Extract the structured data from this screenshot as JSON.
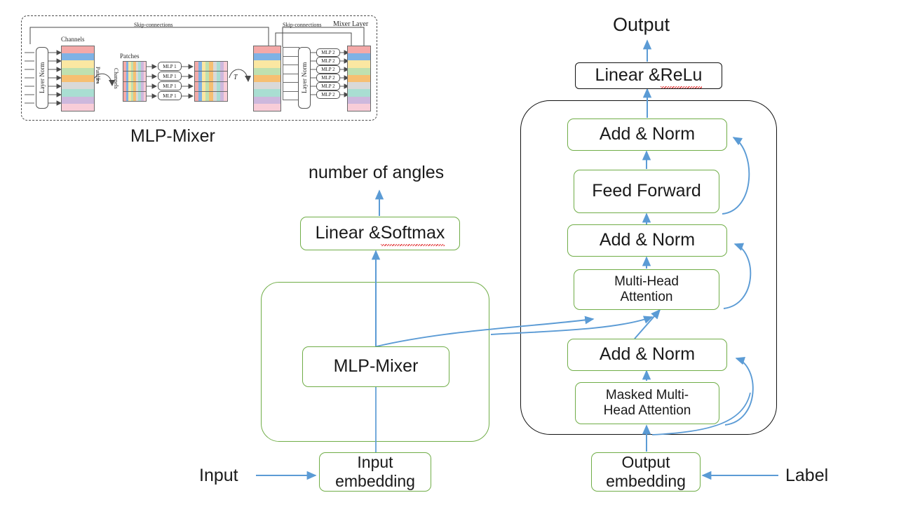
{
  "diagram": {
    "title_visible": false,
    "colors": {
      "green_border": "#70AD47",
      "black_border": "#111111",
      "arrow_blue": "#5B9BD5",
      "spellcheck_red": "#e03131",
      "background": "#ffffff"
    }
  },
  "mixer_inset": {
    "caption": "MLP-Mixer",
    "labels": {
      "skip_left": "Skip-connections",
      "skip_right": "Skip-connections",
      "mixer_layer": "Mixer Layer",
      "channels_top": "Channels",
      "patches_side": "Patches",
      "channels_side": "Channels",
      "patches_top": "Patches",
      "layer_norm_left": "Layer Norm",
      "layer_norm_right": "Layer Norm",
      "transpose_1": "T",
      "transpose_2": "T"
    },
    "mlp1_boxes": [
      "MLP 1",
      "MLP 1",
      "MLP 1",
      "MLP 1"
    ],
    "mlp2_boxes": [
      "MLP 2",
      "MLP 2",
      "MLP 2",
      "MLP 2",
      "MLP 2",
      "MLP 2"
    ],
    "band_colors": [
      "#f4a9a8",
      "#7fb2e5",
      "#fbe7a2",
      "#bfe0b0",
      "#f6bf72",
      "#d9d9d9",
      "#a9ded2",
      "#cdb8dd",
      "#f8cdd8"
    ],
    "patch_colors": [
      "#f4a9a8",
      "#7fb2e5",
      "#fbe7a2",
      "#bfe0b0",
      "#f6bf72",
      "#d9d9d9",
      "#a9ded2",
      "#cdb8dd",
      "#f8cdd8"
    ]
  },
  "encoder": {
    "outer_container_name": "encoder-block",
    "mlp_mixer_box": "MLP-Mixer",
    "linear_softmax": {
      "prefix": "Linear & ",
      "spellchecked": "Softmax"
    },
    "top_label": "number of angles",
    "input_embedding": "Input\nembedding",
    "input_label": "Input"
  },
  "decoder": {
    "outer_container_name": "decoder-block",
    "linear_relu": {
      "prefix": "Linear & ",
      "spellchecked": "ReLu"
    },
    "output_label": "Output",
    "blocks": [
      {
        "id": "add-norm-top",
        "label": "Add & Norm"
      },
      {
        "id": "feed-forward",
        "label": "Feed Forward"
      },
      {
        "id": "add-norm-mid",
        "label": "Add & Norm"
      },
      {
        "id": "multi-head-attention",
        "label": "Multi-Head\nAttention"
      },
      {
        "id": "add-norm-bottom",
        "label": "Add & Norm"
      },
      {
        "id": "masked-multi-head-attention",
        "label": "Masked Multi-\nHead Attention"
      }
    ],
    "output_embedding": "Output\nembedding",
    "label_input": "Label"
  }
}
